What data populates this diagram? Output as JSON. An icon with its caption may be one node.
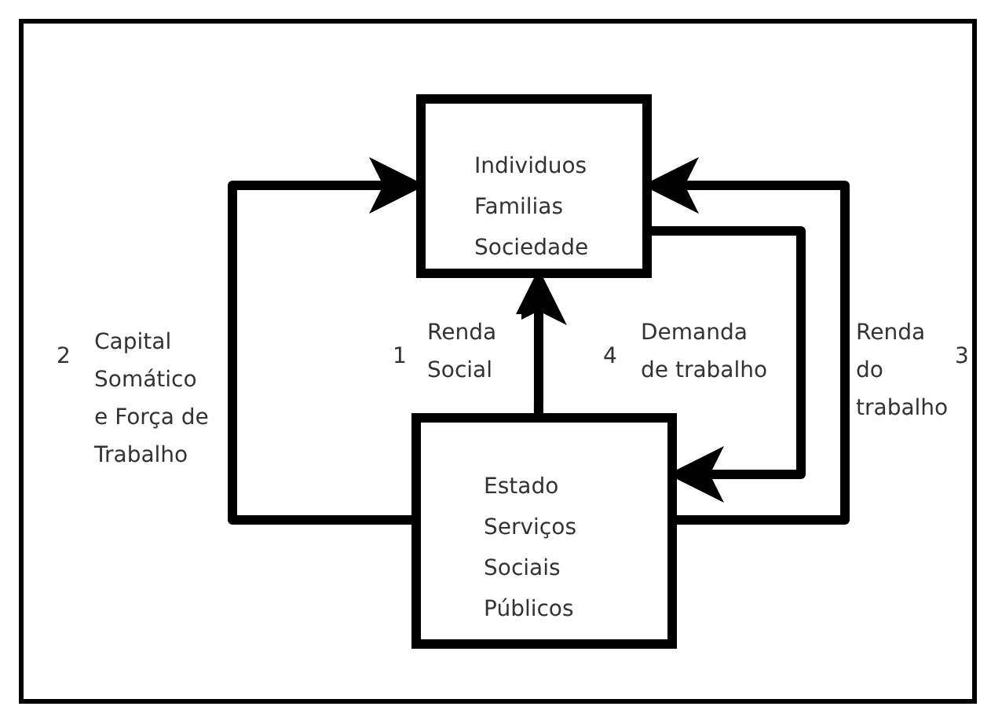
{
  "diagram": {
    "nodes": [
      {
        "text": [
          "Individuos",
          "Familias",
          "Sociedade"
        ]
      },
      {
        "text": [
          "Estado",
          "Serviços",
          "Sociais",
          "Públicos"
        ]
      }
    ],
    "edges": [
      {
        "from": 1,
        "to": 0,
        "arrow": "to",
        "label": "Capital Somático e Força de Trabalho"
      },
      {
        "from": 1,
        "to": 0,
        "arrow": "to",
        "label": "Renda Social"
      },
      {
        "from": 0,
        "to": 1,
        "arrow": "to",
        "label": "Demanda de trabalho"
      },
      {
        "from": 1,
        "to": 0,
        "arrow": "to",
        "label": "Renda do trabalho"
      }
    ],
    "labels": [
      "2",
      "1",
      "4",
      "3"
    ]
  }
}
